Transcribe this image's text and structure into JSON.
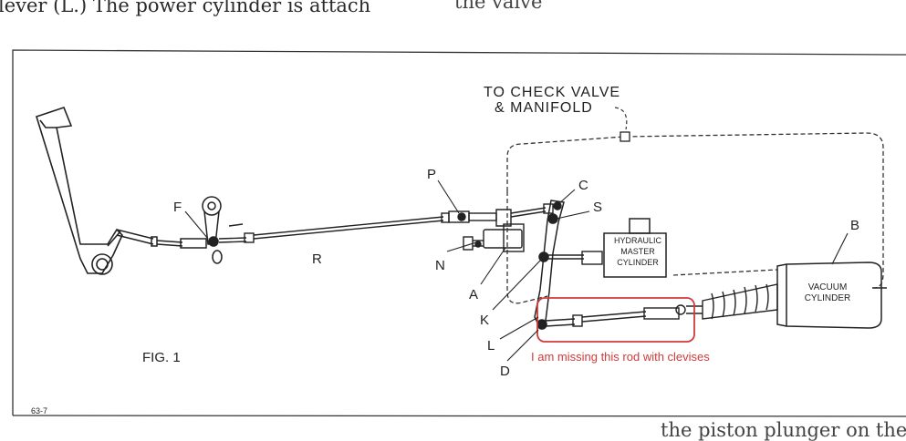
{
  "page_text": {
    "top_left": "lever (L.) The power cylinder is attach",
    "top_right": "the valve",
    "bottom_right": "the piston plunger on the"
  },
  "figure": {
    "caption": "FIG. 1",
    "code": "63-7",
    "note_line1": "TO CHECK VALVE",
    "note_line2": "& MANIFOLD",
    "master_cylinder_line1": "HYDRAULIC",
    "master_cylinder_line2": "MASTER",
    "master_cylinder_line3": "CYLINDER",
    "vacuum_cylinder_line1": "VACUUM",
    "vacuum_cylinder_line2": "CYLINDER"
  },
  "labels": {
    "P": "P",
    "C": "C",
    "S": "S",
    "B": "B",
    "F": "F",
    "R": "R",
    "N": "N",
    "A": "A",
    "K": "K",
    "L": "L",
    "D": "D"
  },
  "annotation": {
    "text": "I am missing this rod with clevises",
    "color": "#d23a3a"
  }
}
